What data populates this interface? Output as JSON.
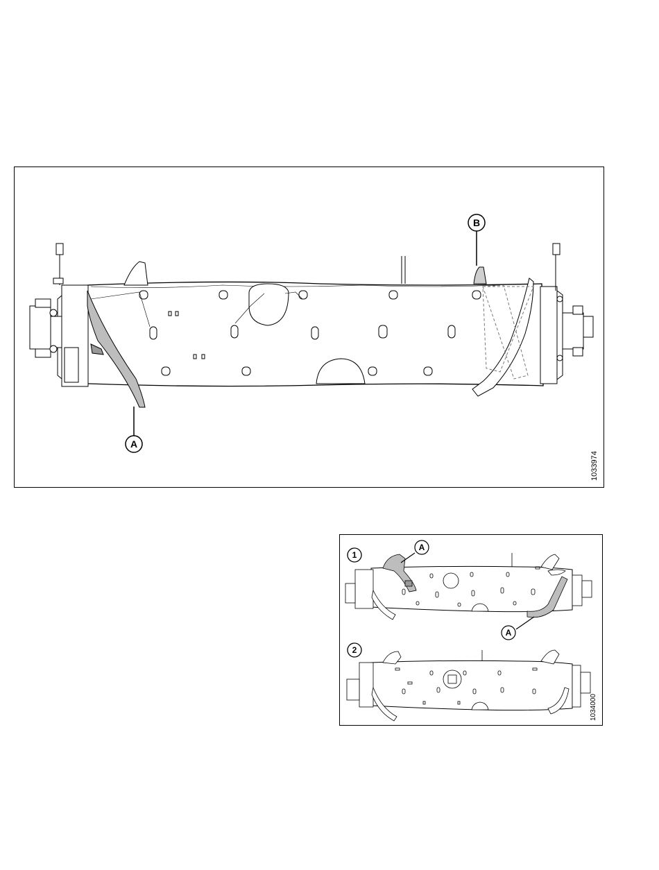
{
  "figure_top": {
    "figure_id": "1033974",
    "callouts": {
      "a": "A",
      "b": "B"
    }
  },
  "figure_bottom": {
    "figure_id": "1034000",
    "steps": {
      "one": "1",
      "two": "2"
    },
    "callouts": {
      "a_upper": "A",
      "a_lower": "A"
    }
  }
}
